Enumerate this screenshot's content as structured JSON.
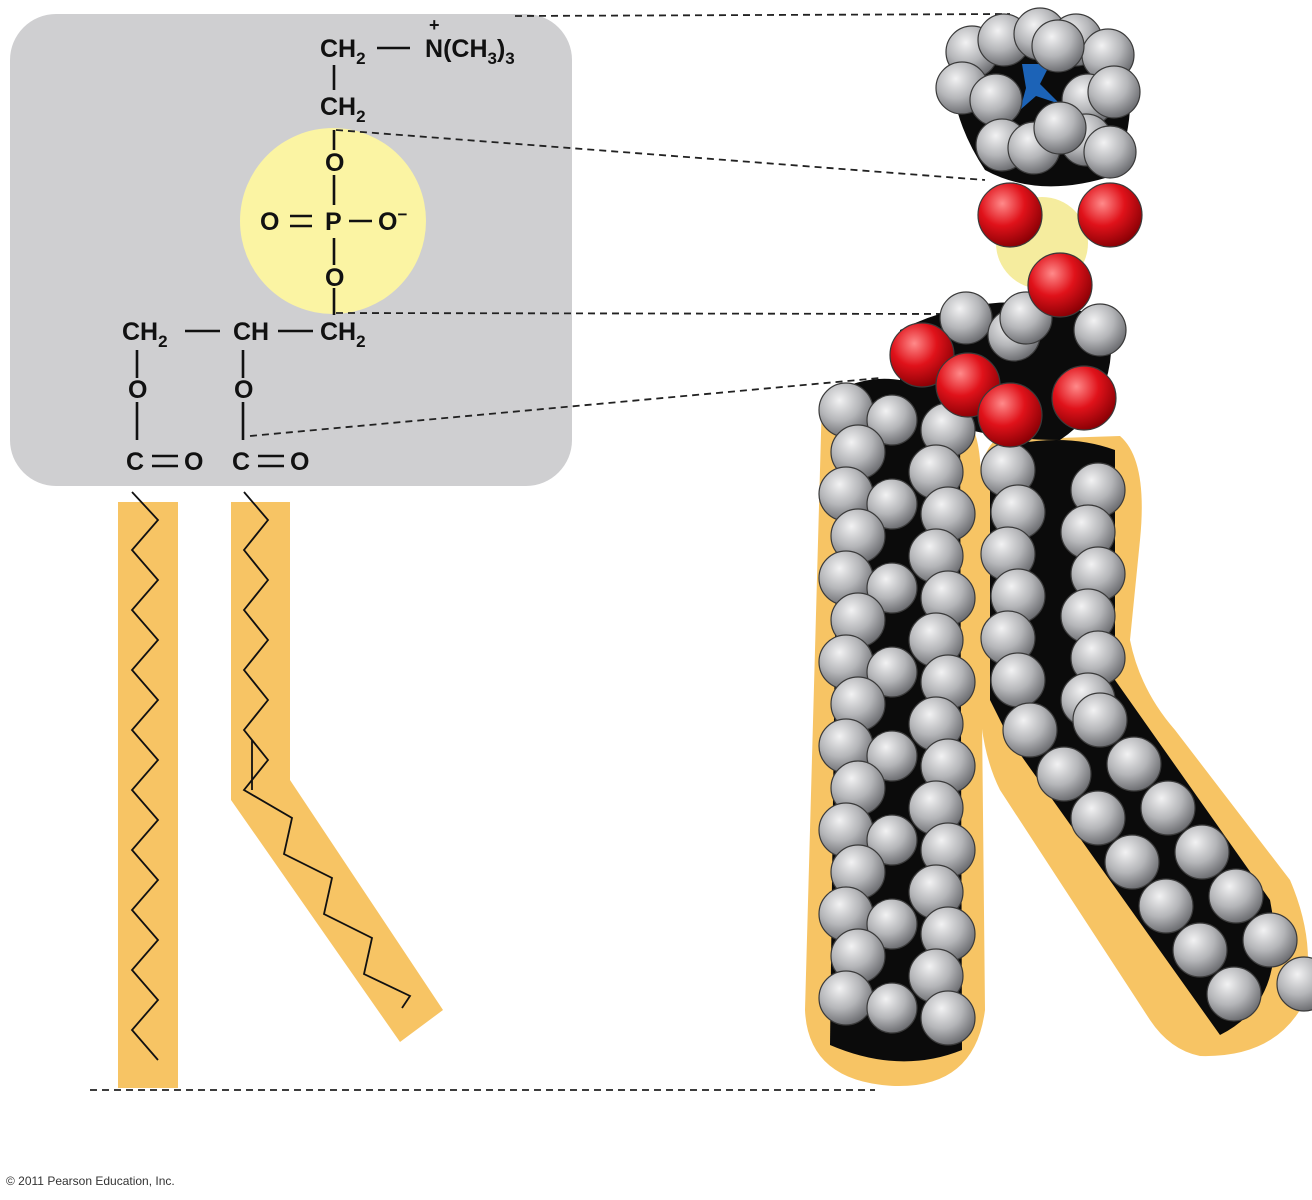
{
  "structure": {
    "choline_ch2": "CH",
    "choline_n": "N",
    "choline_methyl": "(CH",
    "choline_paren_close": ")",
    "choline_sub3": "3",
    "plus_charge": "+",
    "ch2_second": "CH",
    "sub2": "2",
    "phosphate_o_top": "O",
    "phosphate_o_left": "O",
    "phosphate_p": "P",
    "phosphate_o_right": "O",
    "minus_charge": "−",
    "phosphate_o_bottom": "O",
    "glycerol_ch2_left": "CH",
    "glycerol_ch": "CH",
    "glycerol_ch2_right": "CH",
    "ester_o_left": "O",
    "ester_o_right": "O",
    "carbonyl_c_left": "C",
    "carbonyl_o_left": "O",
    "carbonyl_c_right": "C",
    "carbonyl_o_right": "O"
  },
  "copyright": "© 2011 Pearson Education, Inc.",
  "colors": {
    "head_box": "#cfcfd1",
    "phosphate_circle": "#fbf4a3",
    "tail_band": "#f7c464",
    "carbon_atom": "#0b0b0b",
    "hydrogen_atom": "#a9aaad",
    "oxygen_atom": "#e0121a",
    "nitrogen_atom": "#1c63b7",
    "phosphorus_atom": "#f5ec9e"
  }
}
